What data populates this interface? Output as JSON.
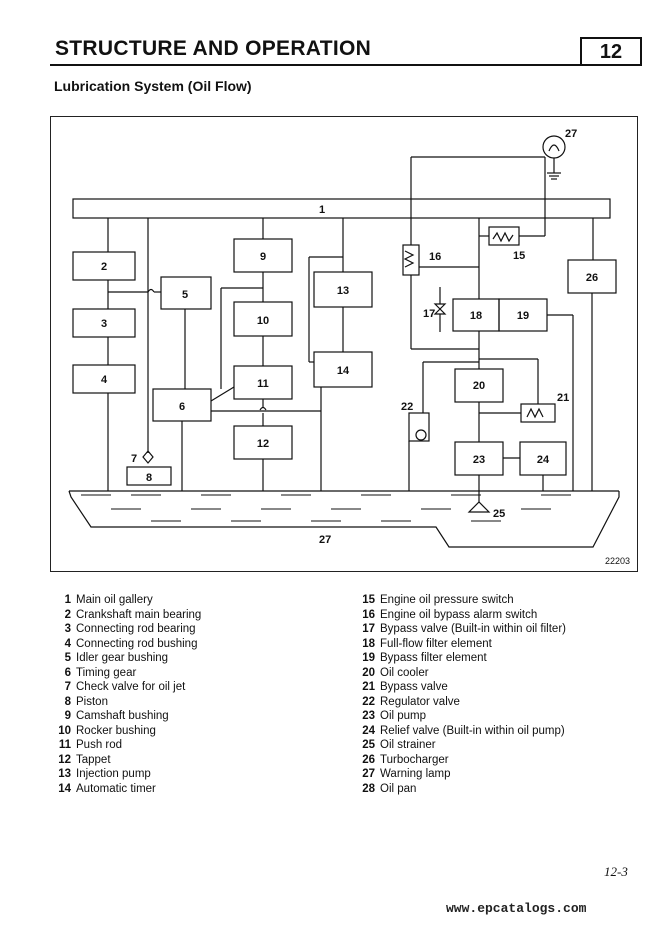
{
  "header": {
    "title": "STRUCTURE AND OPERATION",
    "section_number": "12"
  },
  "subtitle": "Lubrication System (Oil Flow)",
  "diagram": {
    "figure_id": "22203",
    "labels": {
      "l1": "1",
      "l2": "2",
      "l3": "3",
      "l4": "4",
      "l5": "5",
      "l6": "6",
      "l7": "7",
      "l8": "8",
      "l9": "9",
      "l10": "10",
      "l11": "11",
      "l12": "12",
      "l13": "13",
      "l14": "14",
      "l15": "15",
      "l16": "16",
      "l17": "17",
      "l18": "18",
      "l19": "19",
      "l20": "20",
      "l21": "21",
      "l22": "22",
      "l23": "23",
      "l24": "24",
      "l25": "25",
      "l26": "26",
      "l27a": "27",
      "l27b": "27"
    }
  },
  "legend_left": [
    {
      "num": "1",
      "text": "Main oil gallery"
    },
    {
      "num": "2",
      "text": "Crankshaft main bearing"
    },
    {
      "num": "3",
      "text": "Connecting rod bearing"
    },
    {
      "num": "4",
      "text": "Connecting rod bushing"
    },
    {
      "num": "5",
      "text": "Idler gear bushing"
    },
    {
      "num": "6",
      "text": "Timing gear"
    },
    {
      "num": "7",
      "text": "Check valve for oil jet"
    },
    {
      "num": "8",
      "text": "Piston"
    },
    {
      "num": "9",
      "text": "Camshaft bushing"
    },
    {
      "num": "10",
      "text": "Rocker bushing"
    },
    {
      "num": "11",
      "text": "Push rod"
    },
    {
      "num": "12",
      "text": "Tappet"
    },
    {
      "num": "13",
      "text": "Injection pump"
    },
    {
      "num": "14",
      "text": "Automatic timer"
    }
  ],
  "legend_right": [
    {
      "num": "15",
      "text": "Engine oil pressure switch"
    },
    {
      "num": "16",
      "text": "Engine oil bypass alarm switch"
    },
    {
      "num": "17",
      "text": "Bypass valve (Built-in within oil filter)"
    },
    {
      "num": "18",
      "text": "Full-flow filter element"
    },
    {
      "num": "19",
      "text": "Bypass filter element"
    },
    {
      "num": "20",
      "text": "Oil cooler"
    },
    {
      "num": "21",
      "text": "Bypass valve"
    },
    {
      "num": "22",
      "text": "Regulator valve"
    },
    {
      "num": "23",
      "text": "Oil pump"
    },
    {
      "num": "24",
      "text": "Relief valve (Built-in within oil pump)"
    },
    {
      "num": "25",
      "text": "Oil strainer"
    },
    {
      "num": "26",
      "text": "Turbocharger"
    },
    {
      "num": "27",
      "text": "Warning lamp"
    },
    {
      "num": "28",
      "text": "Oil pan"
    }
  ],
  "footer": {
    "page": "12-3",
    "watermark": "www.epcatalogs.com"
  }
}
